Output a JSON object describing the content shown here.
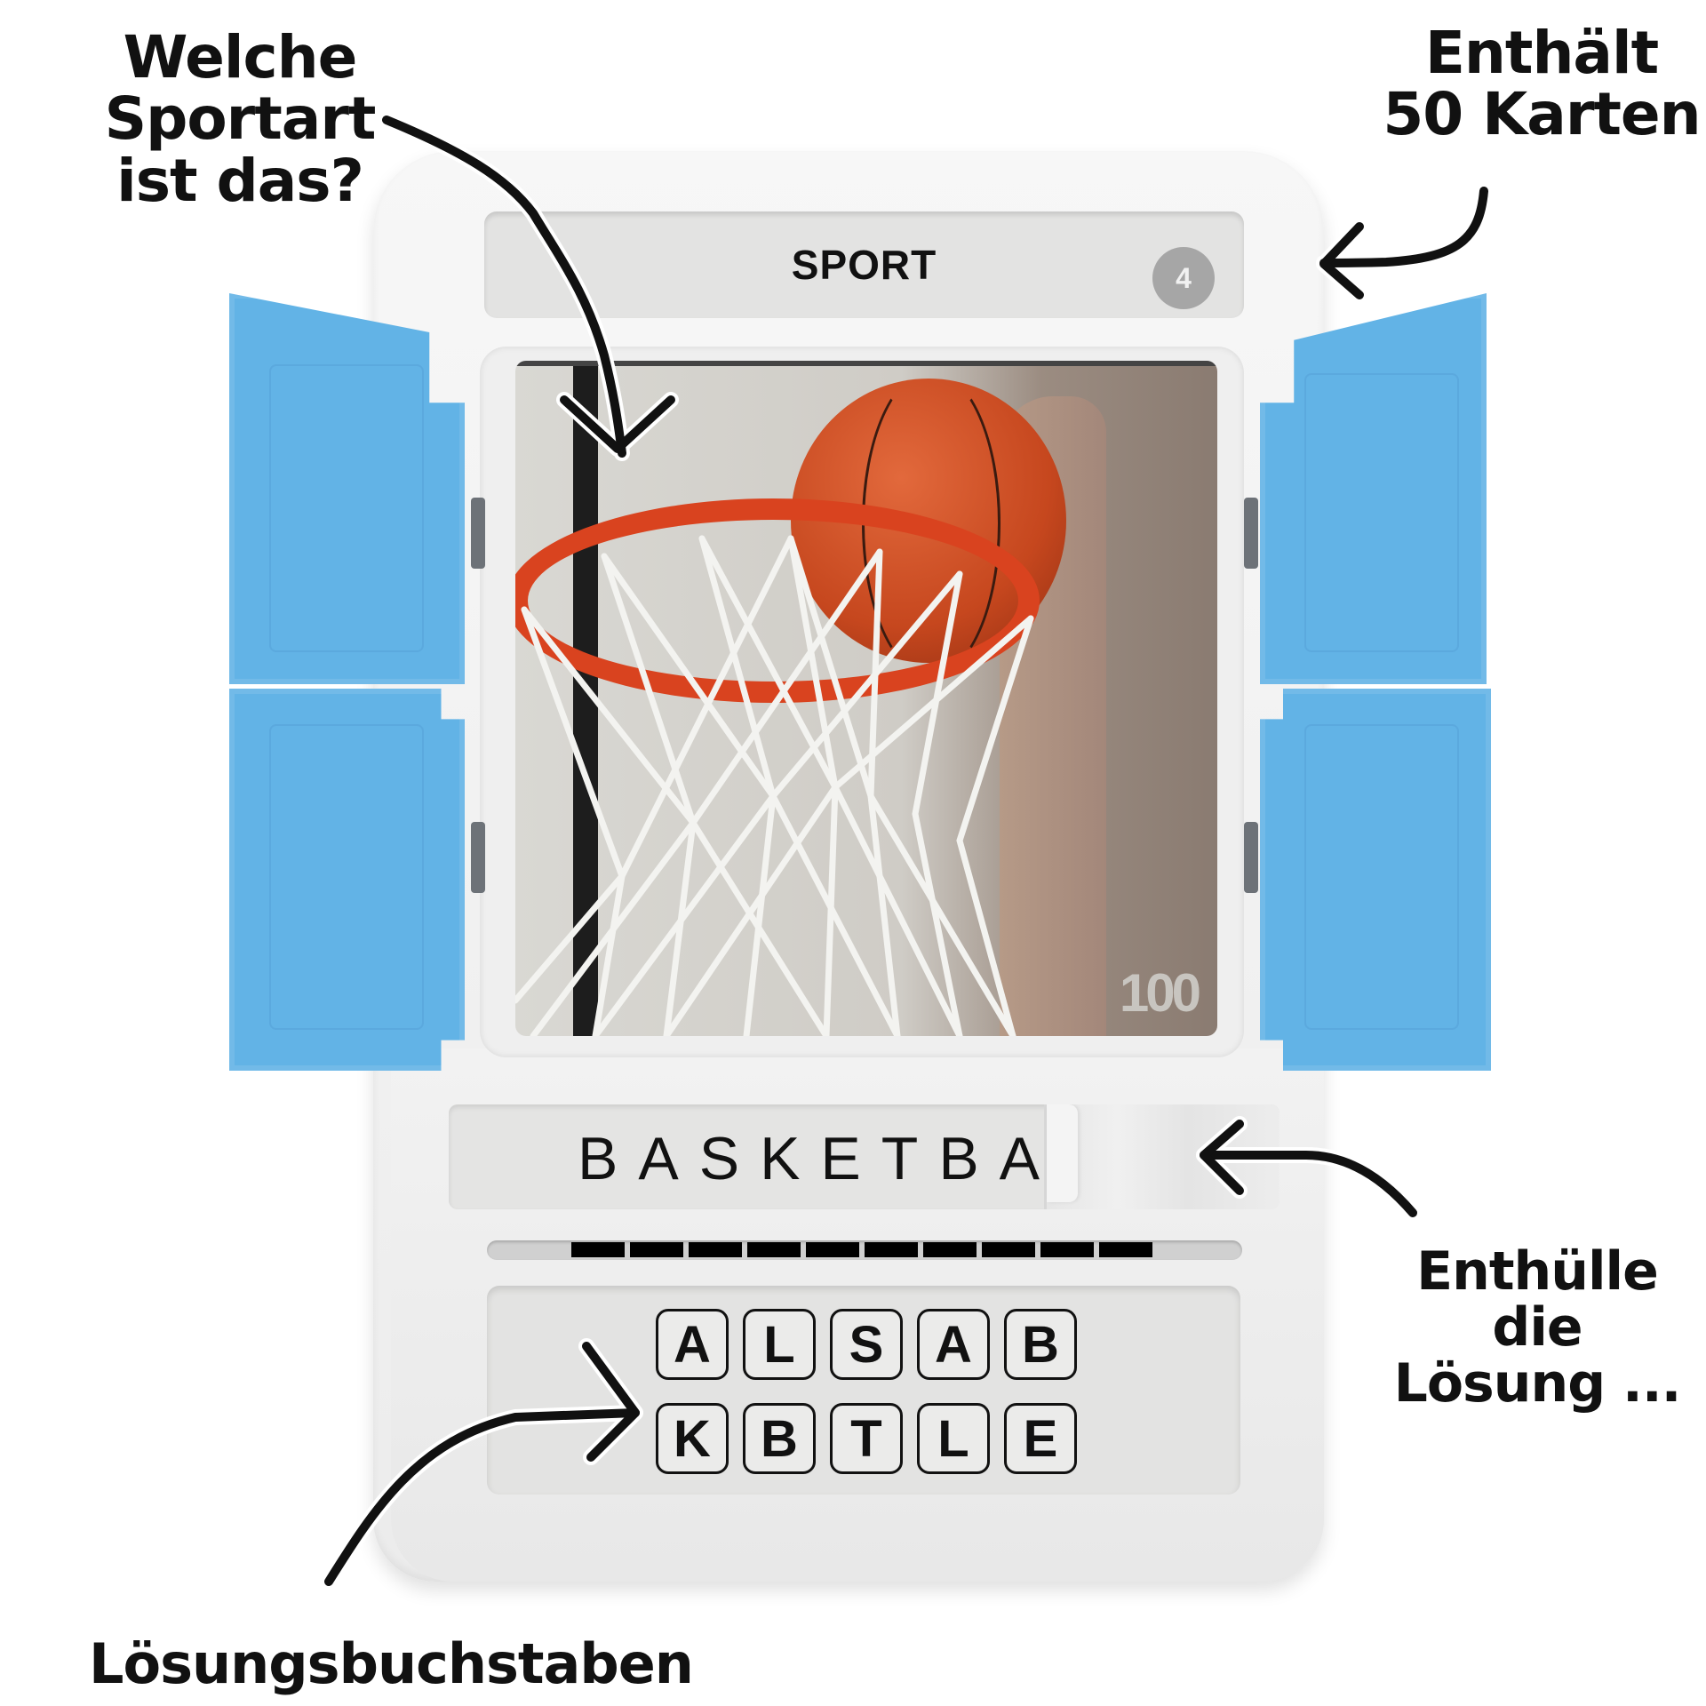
{
  "annotations": {
    "question": "Welche Sportart ist das?",
    "question_line1": "Welche Sportart",
    "question_line2": "ist das?",
    "cards_line1": "Enthält",
    "cards_line2": "50 Karten",
    "reveal_line1": "Enthülle die",
    "reveal_line2": "Lösung ...",
    "letters": "Lösungsbuchstaben"
  },
  "card": {
    "category": "SPORT",
    "number": "4",
    "image_subject": "basketball-dunk-photo",
    "watermark": "100"
  },
  "answer": {
    "revealed": "BASKETBA",
    "full_length": 10,
    "progress_segments": 10
  },
  "letter_tiles": {
    "row1": [
      "A",
      "L",
      "S",
      "A",
      "B"
    ],
    "row2": [
      "K",
      "B",
      "T",
      "L",
      "E"
    ]
  },
  "colors": {
    "door_blue": "#62b3e6",
    "device_white": "#f2f2f2",
    "panel_gray": "#e3e3e2",
    "badge_gray": "#a6a6a6",
    "rim_orange": "#d9431f",
    "ball_orange": "#c6471e"
  }
}
